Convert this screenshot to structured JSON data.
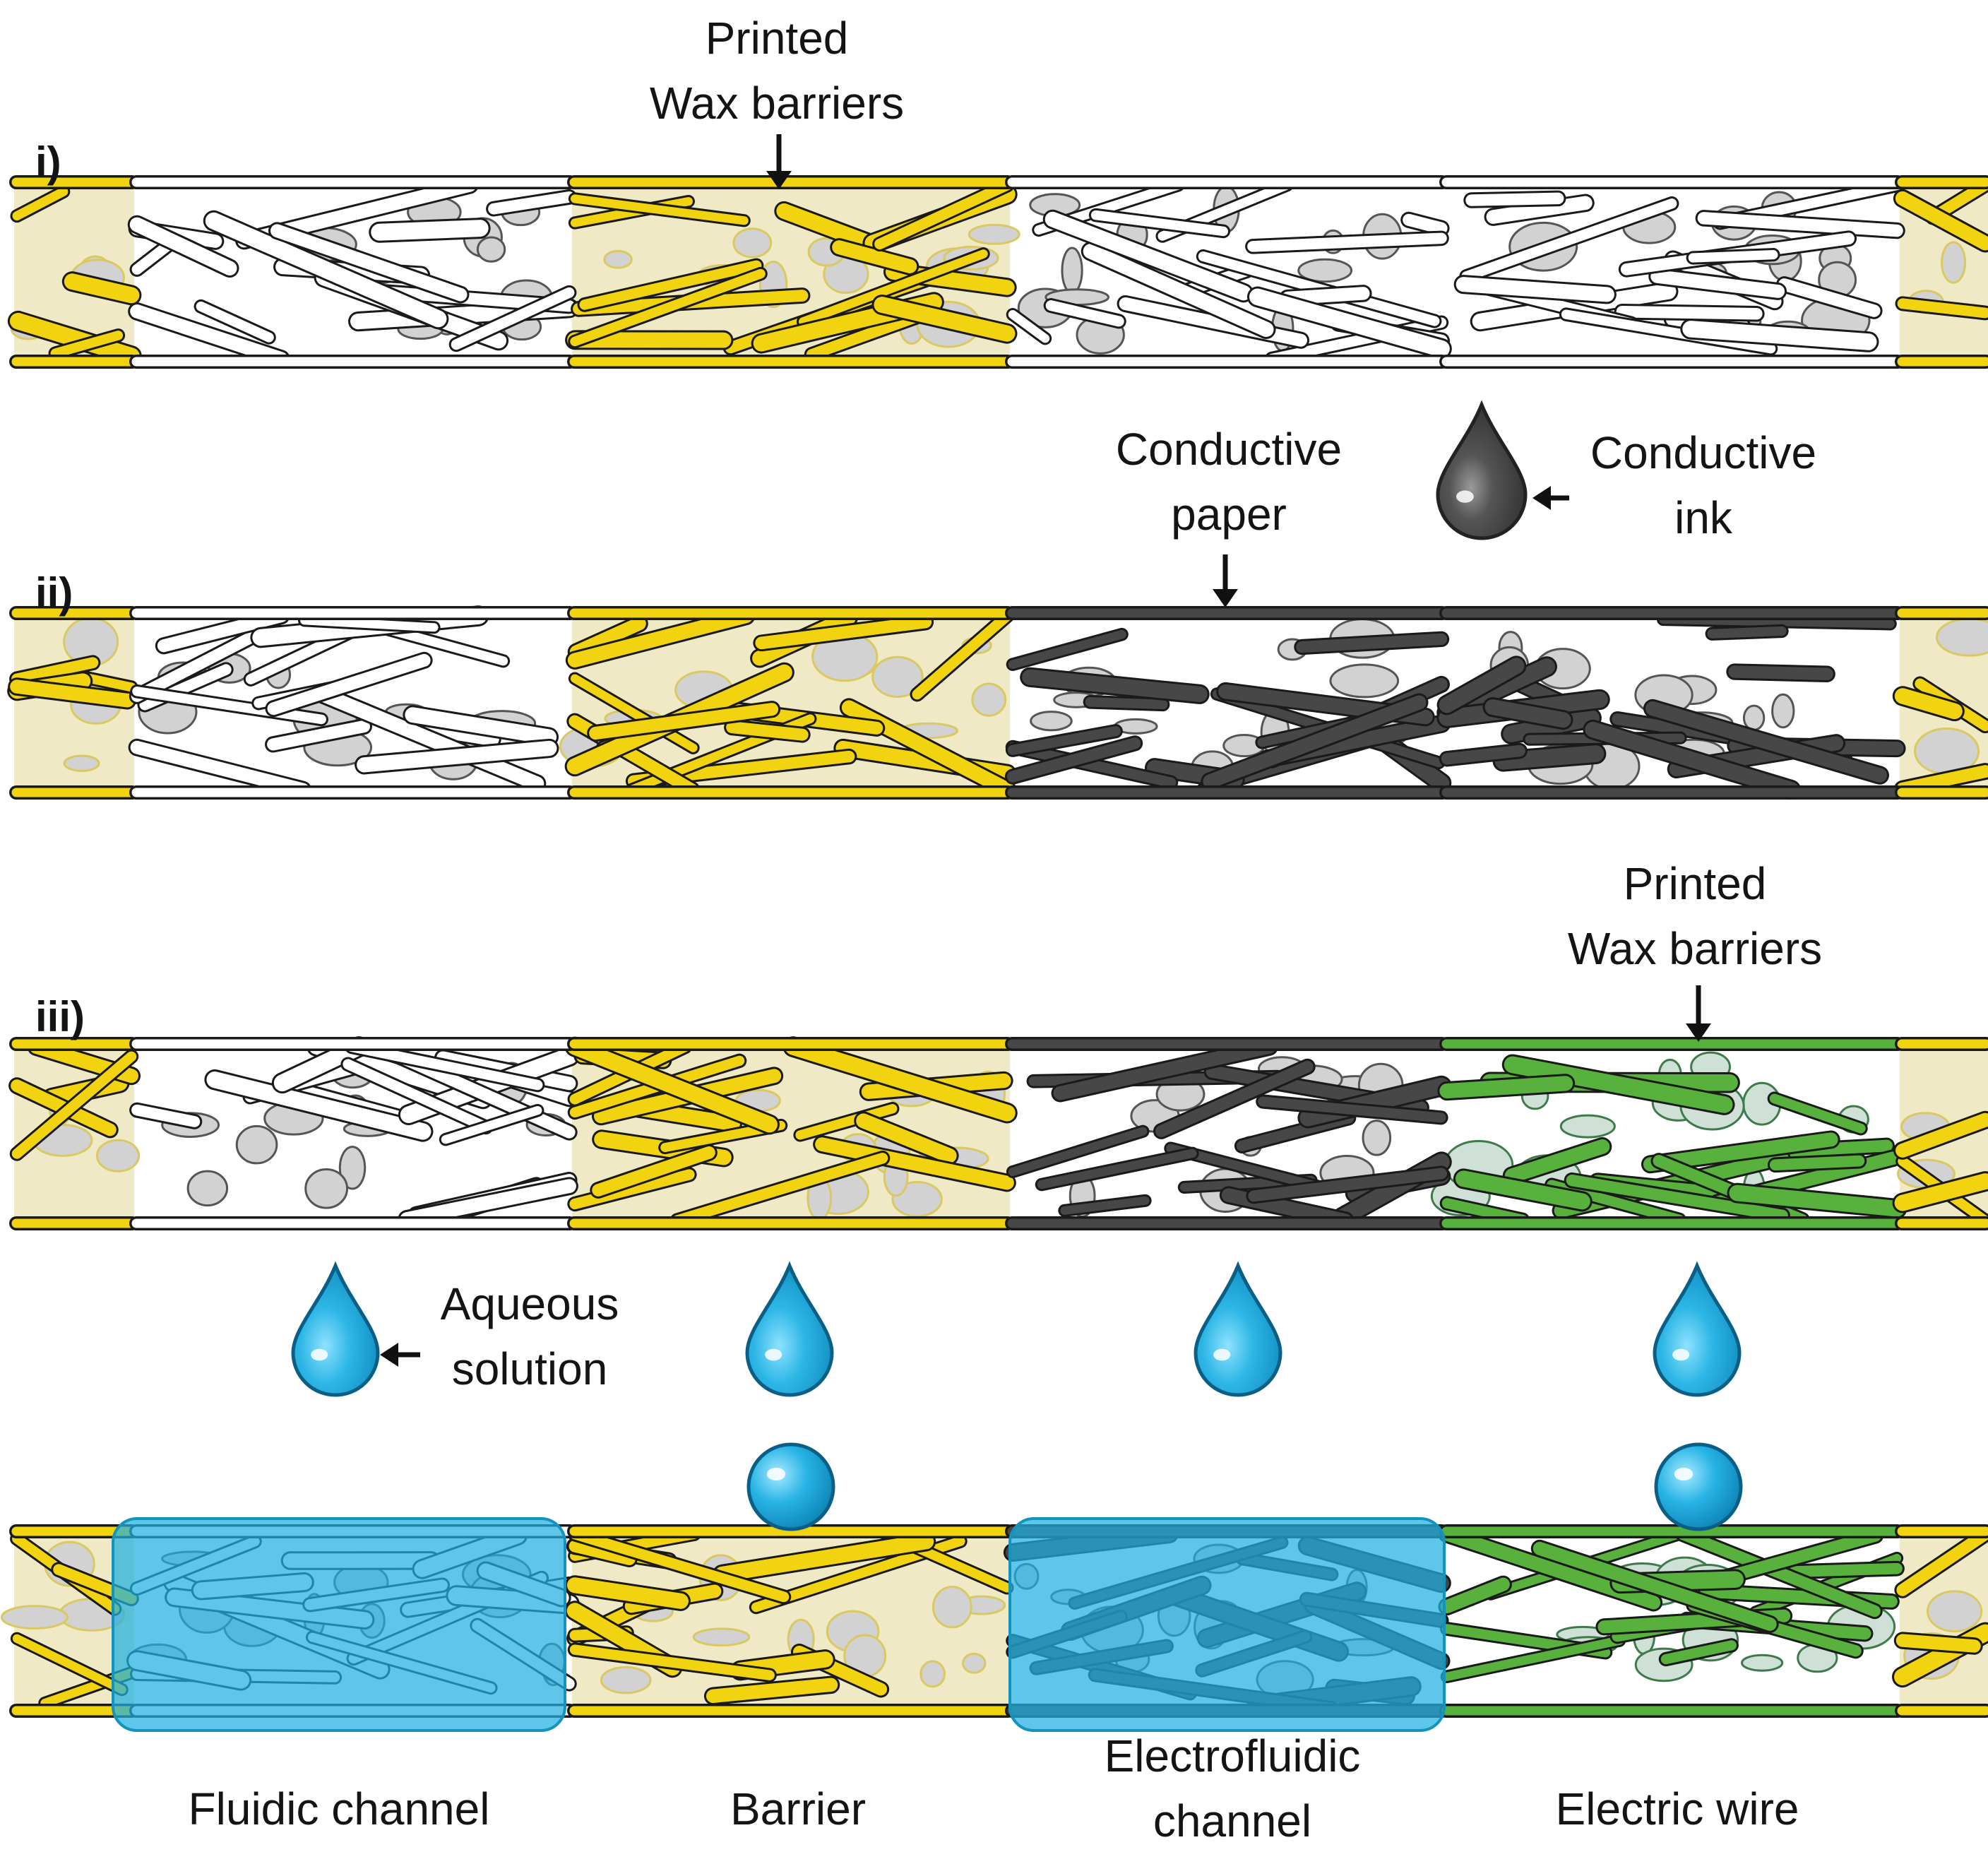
{
  "steps": [
    "i)",
    "ii)",
    "iii)"
  ],
  "callouts": {
    "wax_top": [
      "Printed",
      "Wax barriers"
    ],
    "conductive_paper": [
      "Conductive",
      "paper"
    ],
    "conductive_ink": [
      "Conductive",
      "ink"
    ],
    "wax_green": [
      "Printed",
      "Wax barriers"
    ],
    "aqueous": [
      "Aqueous",
      "solution"
    ]
  },
  "region_labels": {
    "fluidic_channel": "Fluidic channel",
    "barrier": "Barrier",
    "electrofluidic": [
      "Electrofluidic",
      "channel"
    ],
    "electric_wire": "Electric wire"
  },
  "colors": {
    "wax_yellow": "#f2d30f",
    "conductive_dark": "#474747",
    "green_wax": "#58b13c",
    "aqueous_blue": "#1fb0e0",
    "pore_grey": "#d2d2d2"
  },
  "icons": [
    "arrow-down-icon",
    "arrow-left-icon",
    "ink-drop-icon",
    "water-drop-icon",
    "water-droplet-bead-icon"
  ]
}
